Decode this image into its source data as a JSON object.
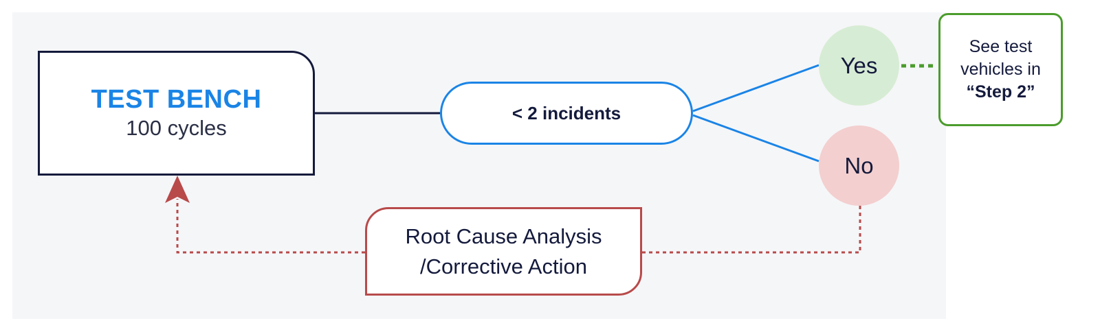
{
  "nodes": {
    "test_bench": {
      "title": "TEST BENCH",
      "subtitle": "100 cycles"
    },
    "condition": {
      "label": "< 2 incidents"
    },
    "yes": {
      "label": "Yes"
    },
    "no": {
      "label": "No"
    },
    "note": {
      "line1": "See test",
      "line2": "vehicles in",
      "line3": "“Step 2”"
    },
    "rca": {
      "line1": "Root Cause Analysis",
      "line2": "/Corrective Action"
    }
  },
  "colors": {
    "backdrop": "#f5f6f8",
    "accent_blue": "#1a84e6",
    "dark_navy": "#141a3c",
    "yes_fill": "#d7ecd4",
    "no_fill": "#f3cfcf",
    "note_border": "#4b9c2c",
    "feedback_red": "#b84a4a"
  }
}
